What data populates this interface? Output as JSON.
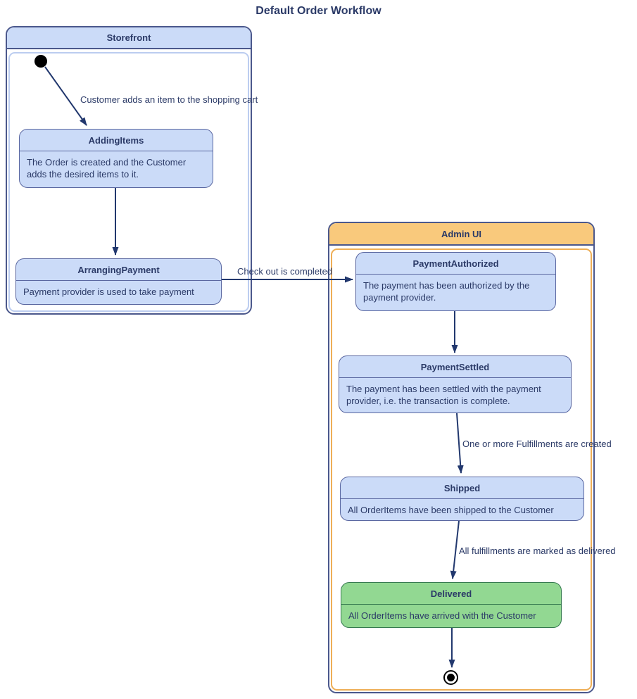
{
  "title": "Default Order Workflow",
  "colors": {
    "text": "#2b3a67",
    "arrow": "#22386e",
    "container_border": "#4b588c",
    "state_fill": "#cbdbf8",
    "state_border": "#5a67a0",
    "storefront_header": "#cbdbf8",
    "storefront_inner_border": "#bccdf0",
    "admin_header": "#f9c97c",
    "admin_inner_border": "#eeae56",
    "delivered_fill": "#92d892",
    "delivered_border": "#35794f"
  },
  "containers": {
    "storefront": {
      "label": "Storefront"
    },
    "admin_ui": {
      "label": "Admin UI"
    }
  },
  "states": {
    "adding_items": {
      "name": "AddingItems",
      "description": "The Order is created and the Customer adds the desired items to it."
    },
    "arranging_payment": {
      "name": "ArrangingPayment",
      "description": "Payment provider is used to take payment"
    },
    "payment_authorized": {
      "name": "PaymentAuthorized",
      "description": "The payment has been authorized by the payment provider."
    },
    "payment_settled": {
      "name": "PaymentSettled",
      "description": "The payment has been settled with the payment provider, i.e. the transaction is complete."
    },
    "shipped": {
      "name": "Shipped",
      "description": "All OrderItems have been shipped to the Customer"
    },
    "delivered": {
      "name": "Delivered",
      "description": "All OrderItems have arrived with the Customer"
    }
  },
  "transitions": {
    "start_to_adding_items": {
      "label": "Customer adds an item to the shopping cart"
    },
    "arranging_to_authorized": {
      "label": "Check out is completed"
    },
    "settled_to_shipped": {
      "label": "One or more Fulfillments are created"
    },
    "shipped_to_delivered": {
      "label": "All fulfillments are marked as delivered"
    }
  }
}
